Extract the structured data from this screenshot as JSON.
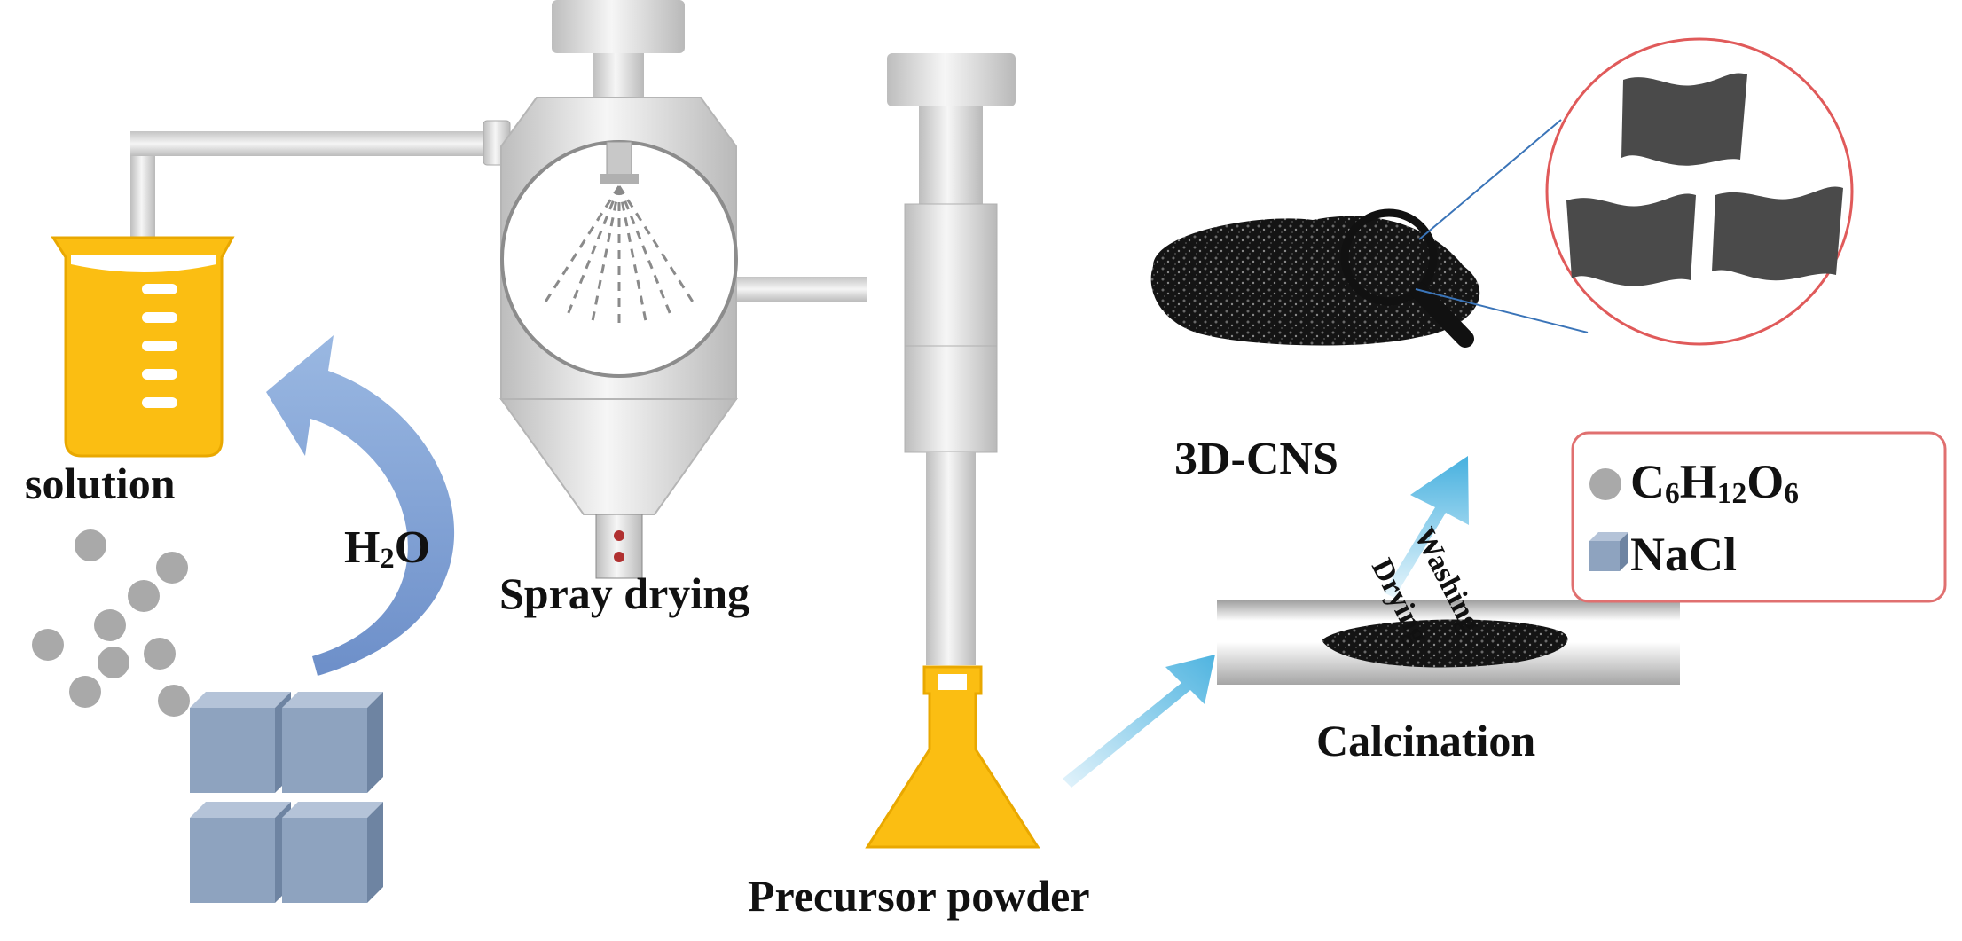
{
  "labels": {
    "solution": "solution",
    "h2o_main": "H",
    "h2o_sub": "2",
    "h2o_tail": "O",
    "spray_drying": "Spray drying",
    "precursor_powder": "Precursor powder",
    "calcination": "Calcination",
    "cns": "3D-CNS",
    "washing": "Washing",
    "drying": "Drying"
  },
  "legend": {
    "glucose": {
      "c": "C",
      "c_sub": "6",
      "h": "H",
      "h_sub": "12",
      "o": "O",
      "o_sub": "6"
    },
    "nacl": "NaCl"
  },
  "colors": {
    "flask_yellow": "#FBBE12",
    "steel_light": "#EDEDED",
    "steel_mid": "#C9C9C9",
    "steel_dark": "#9A9A9A",
    "arrow_blue": "#7DA3D6",
    "cube_blue": "#8EA3BF",
    "particle_gray": "#A9A9A9",
    "legend_border": "#E07070",
    "magnifier_line": "#3A74B8",
    "inset_circle": "#E05A5A",
    "powder_black": "#1A1A1A"
  }
}
